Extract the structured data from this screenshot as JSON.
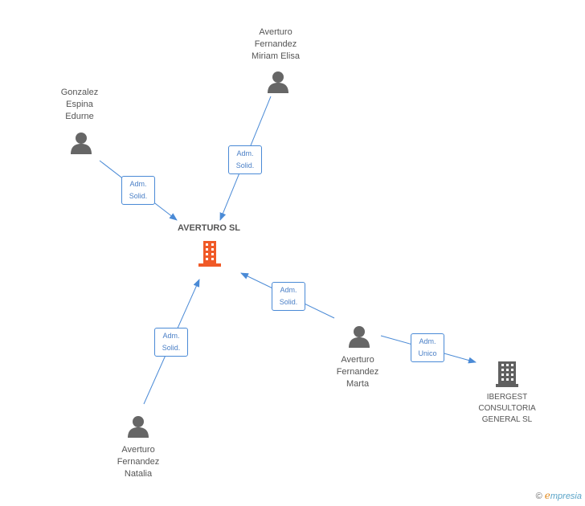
{
  "colors": {
    "arrow": "#4a8ad6",
    "company_main": "#f05a28",
    "company_other": "#606060",
    "person": "#666666",
    "edge_border": "#4a8ad6",
    "edge_text": "#4a7fc6"
  },
  "nodes": {
    "averturo_sl": {
      "label": "AVERTURO SL",
      "icon": "building-icon"
    },
    "miriam": {
      "lines": [
        "Averturo",
        "Fernandez",
        "Miriam Elisa"
      ],
      "icon": "person-icon"
    },
    "gonzalez": {
      "lines": [
        "Gonzalez",
        "Espina",
        "Edurne"
      ],
      "icon": "person-icon"
    },
    "marta": {
      "lines": [
        "Averturo",
        "Fernandez",
        "Marta"
      ],
      "icon": "person-icon"
    },
    "natalia": {
      "lines": [
        "Averturo",
        "Fernandez",
        "Natalia"
      ],
      "icon": "person-icon"
    },
    "ibergest": {
      "lines": [
        "IBERGEST",
        "CONSULTORIA",
        "GENERAL SL"
      ],
      "icon": "building-icon"
    }
  },
  "edges": {
    "miriam_to_main": [
      "Adm.",
      "Solid."
    ],
    "gonzalez_to_main": [
      "Adm.",
      "Solid."
    ],
    "marta_to_main": [
      "Adm.",
      "Solid."
    ],
    "natalia_to_main": [
      "Adm.",
      "Solid."
    ],
    "marta_to_ibergest": [
      "Adm.",
      "Unico"
    ]
  },
  "footer": {
    "copyright": "©",
    "brand_e": "e",
    "brand_rest": "mpresia"
  }
}
